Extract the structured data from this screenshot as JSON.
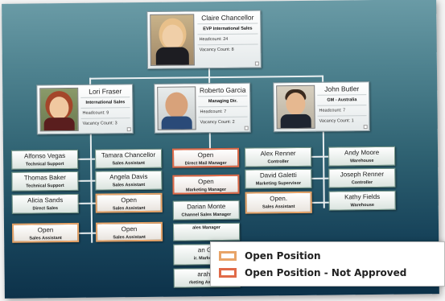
{
  "top": {
    "name": "Claire Chancellor",
    "title": "EVP International Sales",
    "headcount": "Headcount: 24",
    "vacancy": "Vacancy Count: 8"
  },
  "managers": [
    {
      "name": "Lori Fraser",
      "title": "International Sales",
      "headcount": "Headcount: 9",
      "vacancy": "Vacancy Count: 3"
    },
    {
      "name": "Roberto Garcia",
      "title": "Managing Dir.",
      "headcount": "Headcount: 7",
      "vacancy": "Vacancy Count: 2"
    },
    {
      "name": "John Butler",
      "title": "GM - Australia",
      "headcount": "Headcount: 7",
      "vacancy": "Vacancy Count: 1"
    }
  ],
  "lori_left": [
    {
      "name": "Alfonso Vegas",
      "title": "Technical Support"
    },
    {
      "name": "Thomas Baker",
      "title": "Technical Support"
    },
    {
      "name": "Alicia Sands",
      "title": "Direct Sales"
    },
    {
      "name": "Open",
      "title": "Sales Assistant"
    }
  ],
  "lori_right": [
    {
      "name": "Tamara Chancellor",
      "title": "Sales Assistant"
    },
    {
      "name": "Angela Davis",
      "title": "Sales Assistant"
    },
    {
      "name": "Open",
      "title": "Sales Assistant"
    },
    {
      "name": "Open",
      "title": "Sales Assistant"
    }
  ],
  "roberto": [
    {
      "name": "Open",
      "title": "Direct Mail Manager"
    },
    {
      "name": "Open",
      "title": "Marketing Manager"
    },
    {
      "name": "Darian Monte",
      "title": "Channel Sales Manager"
    }
  ],
  "roberto_partial": [
    {
      "name": "",
      "title": "ales Manager"
    },
    {
      "name": "an Go",
      "title": "ir. Marketing"
    },
    {
      "name": "arah V",
      "title": "rketing Assistant"
    }
  ],
  "john_left": [
    {
      "name": "Alex Renner",
      "title": "Controller"
    },
    {
      "name": "David Galetti",
      "title": "Marketing Supervisor"
    },
    {
      "name": "Open.",
      "title": "Sales Assistant"
    }
  ],
  "john_right": [
    {
      "name": "Andy Moore",
      "title": "Warehouse"
    },
    {
      "name": "Joseph Renner",
      "title": "Controller"
    },
    {
      "name": "Kathy Fields",
      "title": "Warehouse"
    }
  ],
  "legend": {
    "open": "Open Position",
    "open_not_approved": "Open Position - Not Approved"
  },
  "colors": {
    "open": "#e8a468",
    "open_not_approved": "#e06a48"
  }
}
